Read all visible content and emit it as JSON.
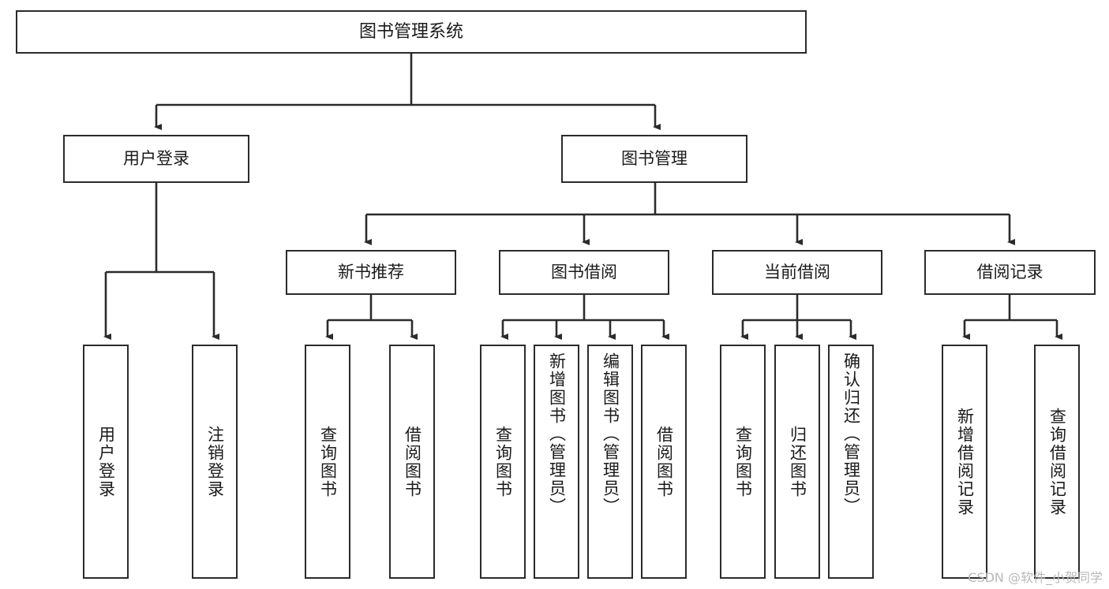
{
  "diagram": {
    "title": "图书管理系统",
    "type": "tree",
    "orientation": "top-down",
    "line_color": "#2b2b2b",
    "box_fill": "#ffffff",
    "text_color": "#1a1a1a",
    "watermark": "CSDN @软件_小贺同学",
    "nodes": {
      "root": {
        "label": "图书管理系统",
        "level": 0
      },
      "l1": [
        {
          "id": "user-login",
          "label": "用户登录",
          "level": 1
        },
        {
          "id": "book-management",
          "label": "图书管理",
          "level": 1
        }
      ],
      "l2": [
        {
          "id": "new-book-recommend",
          "label": "新书推荐",
          "parent": "book-management",
          "level": 2
        },
        {
          "id": "book-borrow",
          "label": "图书借阅",
          "parent": "book-management",
          "level": 2
        },
        {
          "id": "current-borrow",
          "label": "当前借阅",
          "parent": "book-management",
          "level": 2
        },
        {
          "id": "borrow-record",
          "label": "借阅记录",
          "parent": "book-management",
          "level": 2
        }
      ],
      "leaves": [
        {
          "id": "leaf-user-login",
          "label": "用户登录",
          "parent": "user-login",
          "level": 2
        },
        {
          "id": "leaf-user-logout",
          "label": "注销登录",
          "parent": "user-login",
          "level": 2
        },
        {
          "id": "leaf-recommend-query-book",
          "label": "查询图书",
          "parent": "new-book-recommend",
          "level": 3
        },
        {
          "id": "leaf-recommend-borrow-book",
          "label": "借阅图书",
          "parent": "new-book-recommend",
          "level": 3
        },
        {
          "id": "leaf-borrow-query-book",
          "label": "查询图书",
          "parent": "book-borrow",
          "level": 3
        },
        {
          "id": "leaf-borrow-add-book",
          "label": "新增图书（管理员）",
          "parent": "book-borrow",
          "level": 3
        },
        {
          "id": "leaf-borrow-edit-book",
          "label": "编辑图书（管理员）",
          "parent": "book-borrow",
          "level": 3
        },
        {
          "id": "leaf-borrow-borrow-book",
          "label": "借阅图书",
          "parent": "book-borrow",
          "level": 3
        },
        {
          "id": "leaf-current-query-book",
          "label": "查询图书",
          "parent": "current-borrow",
          "level": 3
        },
        {
          "id": "leaf-current-return-book",
          "label": "归还图书",
          "parent": "current-borrow",
          "level": 3
        },
        {
          "id": "leaf-current-confirm-return",
          "label": "确认归还（管理员）",
          "parent": "current-borrow",
          "level": 3
        },
        {
          "id": "leaf-record-add",
          "label": "新增借阅记录",
          "parent": "borrow-record",
          "level": 3
        },
        {
          "id": "leaf-record-query",
          "label": "查询借阅记录",
          "parent": "borrow-record",
          "level": 3
        }
      ]
    }
  }
}
